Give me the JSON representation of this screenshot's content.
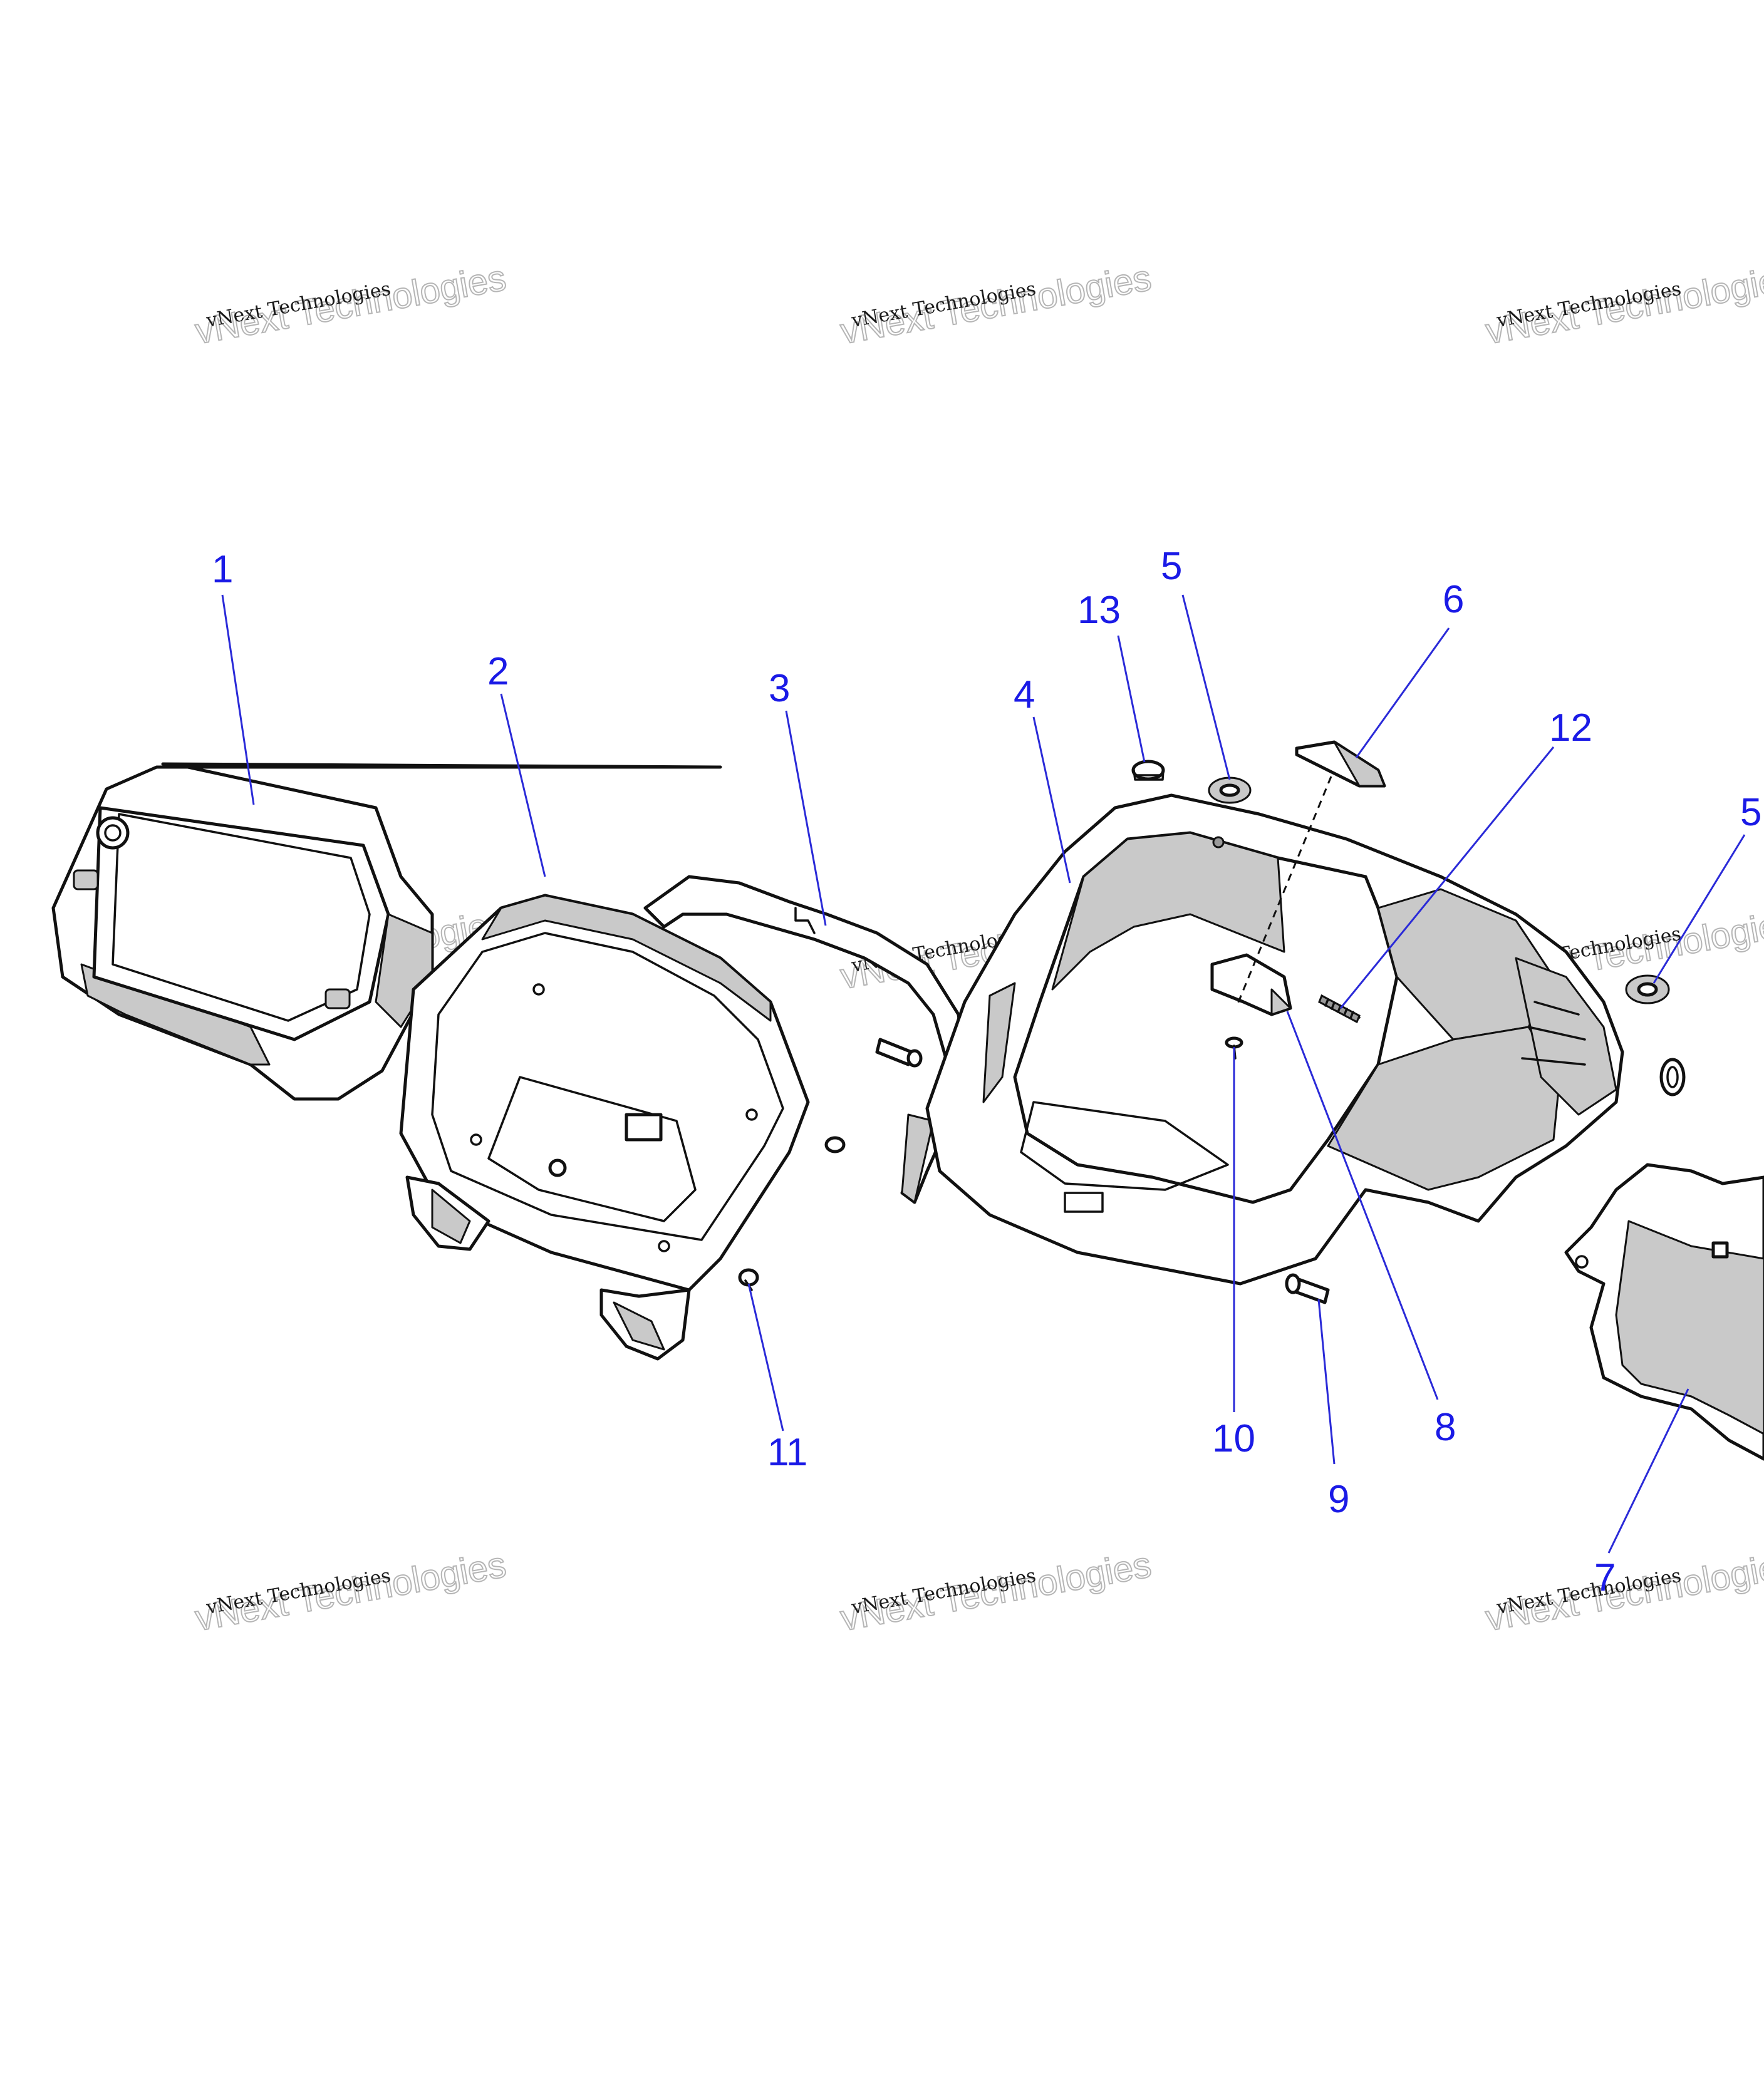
{
  "callouts": [
    "1",
    "2",
    "3",
    "4",
    "5",
    "13",
    "6",
    "12",
    "5",
    "11",
    "10",
    "9",
    "8",
    "7"
  ],
  "watermark": {
    "small": "vNext Technologies",
    "large": "vNext Technologies"
  },
  "colors": {
    "callout": "#1a1ae6",
    "leader": "#2a2ad8",
    "line": "#111111",
    "shade": "#c9c9c9"
  }
}
